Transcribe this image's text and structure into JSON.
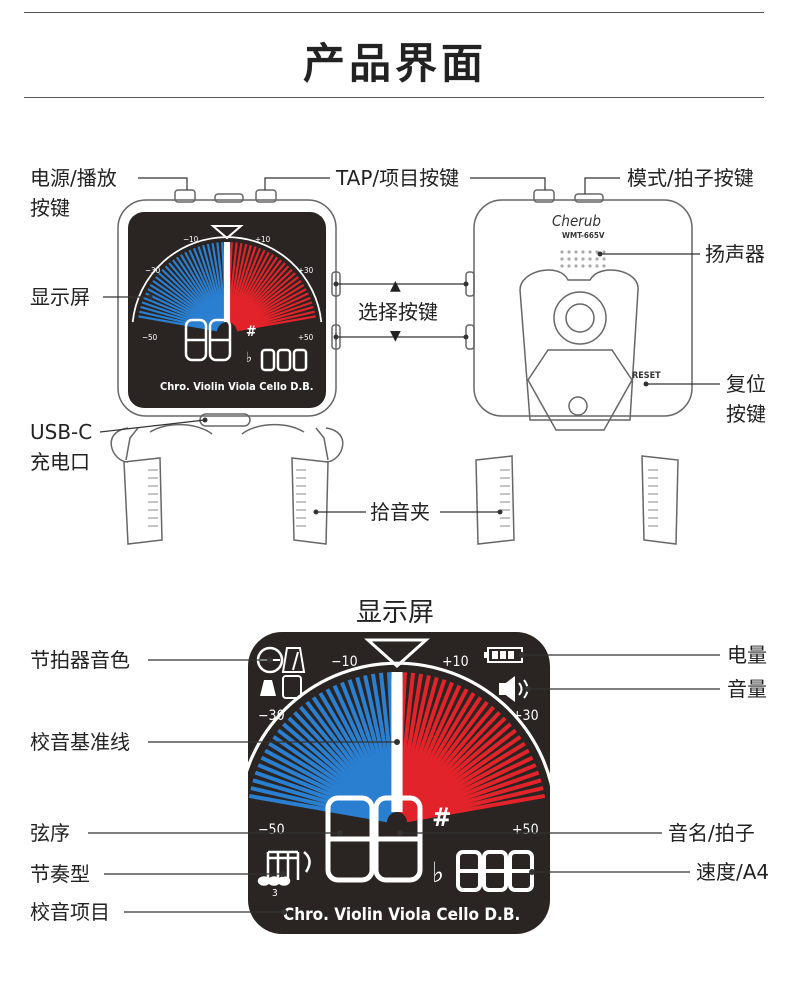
{
  "title": "产品界面",
  "display_section_title": "显示屏",
  "device_callouts": {
    "power_play": [
      "电源/播放",
      "按键"
    ],
    "tap_item": "TAP/项目按键",
    "mode_beat": "模式/拍子按键",
    "display": "显示屏",
    "speaker": "扬声器",
    "select": "选择按键",
    "up_arrow": "▲",
    "down_arrow": "▼",
    "reset": [
      "复位",
      "按键"
    ],
    "usbc": [
      "USB-C",
      "充电口"
    ],
    "clip": "拾音夹"
  },
  "display_callouts": {
    "metronome_tone": "节拍器音色",
    "battery": "电量",
    "volume": "音量",
    "center_line": "校音基准线",
    "string_order": "弦序",
    "note_beat": "音名/拍子",
    "rhythm": "节奏型",
    "tempo_a4": "速度/A4",
    "tuning_item": "校音项目"
  },
  "screen": {
    "scale_m10": "−10",
    "scale_p10": "+10",
    "scale_m30": "−30",
    "scale_p30": "+30",
    "scale_m50": "−50",
    "scale_p50": "+50",
    "sharp": "#",
    "flat": "♭",
    "triplet": "3",
    "items": "Chro. Violin Viola Cello D.B."
  },
  "back": {
    "brand": "Cherub",
    "model": "WMT-665V",
    "reset": "RESET"
  },
  "colors": {
    "blue": "#2a7fd0",
    "red": "#e2232a",
    "screen_bg": "#2a2523",
    "gauge": "#ffffff"
  }
}
